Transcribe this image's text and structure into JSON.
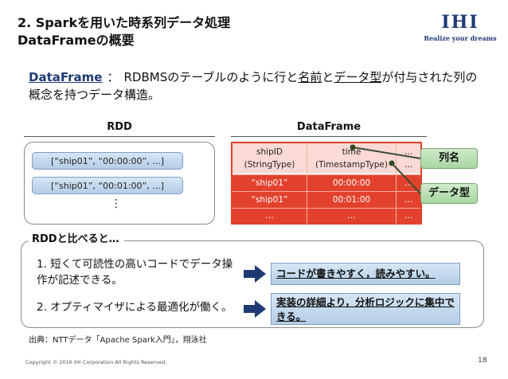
{
  "slide": {
    "title_line1": "2. Sparkを用いた時系列データ処理",
    "title_line2": "DataFrameの概要"
  },
  "logo": {
    "text": "IHI",
    "tagline": "Realize your dreams"
  },
  "definition": {
    "term": "DataFrame",
    "separator": "：",
    "part1": "RDBMSのテーブルのように行と",
    "name_word": "名前",
    "part2": "と",
    "type_word": "データ型",
    "part3": "が付与された列の概念を持つデータ構造。"
  },
  "rdd": {
    "title": "RDD",
    "rows": [
      "[“ship01”, “00:00:00”, ...]",
      "[“ship01”, “00:01:00”, ...]"
    ],
    "more": "⋮"
  },
  "dataframe": {
    "title": "DataFrame",
    "headers": [
      {
        "name": "shipID",
        "type": "(StringType)"
      },
      {
        "name": "time",
        "type": "(TimestampType)"
      },
      {
        "name": "…",
        "type": "…"
      }
    ],
    "rows": [
      [
        "“ship01”",
        "00:00:00",
        "…"
      ],
      [
        "“ship01”",
        "00:01:00",
        "…"
      ],
      [
        "…",
        "…",
        "…"
      ]
    ]
  },
  "callouts": {
    "column_name": "列名",
    "data_type": "データ型"
  },
  "comparison": {
    "heading": "RDDと比べると…",
    "items": [
      {
        "text": "1. 短くて可読性の高いコードでデータ操作が記述できる。",
        "result": "コードが書きやすく，読みやすい。"
      },
      {
        "text": "2. オプティマイザによる最適化が働く。",
        "result": "実装の詳細より，分析ロジックに集中できる。"
      }
    ]
  },
  "footer": {
    "source": "出典：NTTデータ「Apache Spark入門」，翔泳社",
    "copyright": "Copyright © 2016 IHI Corporation All Rights Reserved.",
    "page": "18"
  },
  "colors": {
    "brand_navy": "#1f3a73",
    "table_red": "#e2422d",
    "table_header_pink": "#fbd9d4",
    "pill_blue": "#b4cde6",
    "callout_green": "#a8d6a1",
    "arrow_navy": "#1f3a73"
  },
  "icons": {
    "arrow": "right-arrow-icon"
  }
}
